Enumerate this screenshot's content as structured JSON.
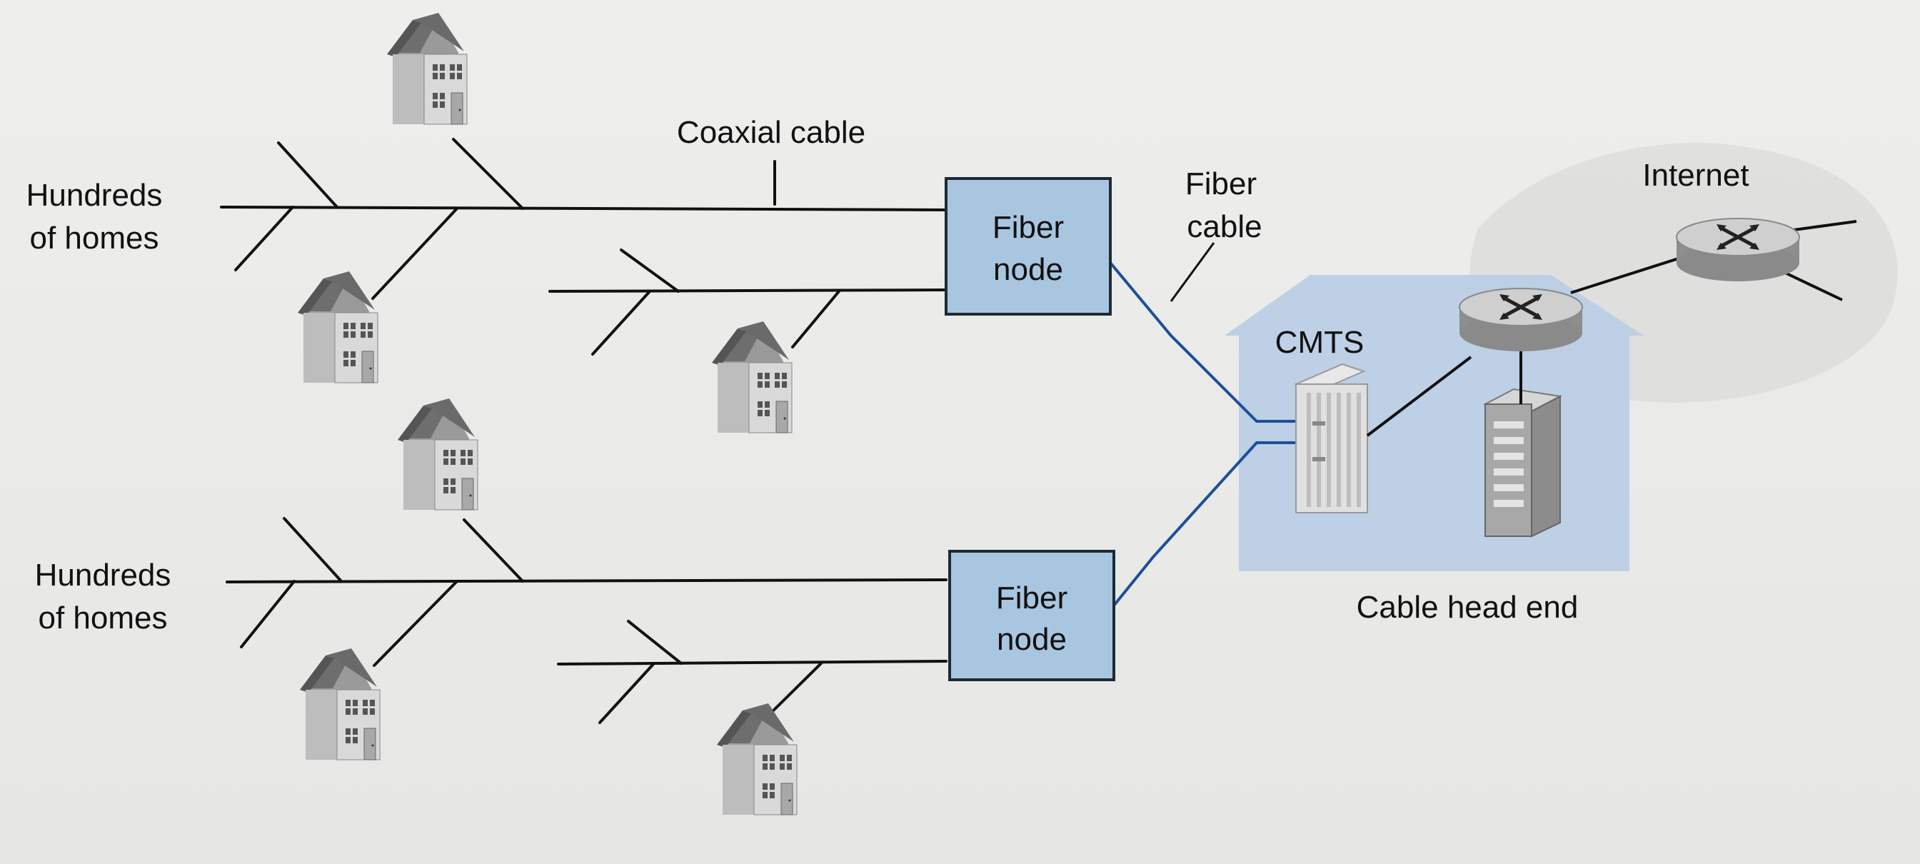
{
  "labels": {
    "coaxial_cable": "Coaxial cable",
    "fiber_cable_line1": "Fiber",
    "fiber_cable_line2": "cable",
    "homes_top_line1": "Hundreds",
    "homes_top_line2": "of homes",
    "homes_bottom_line1": "Hundreds",
    "homes_bottom_line2": "of homes",
    "fiber_node_top_line1": "Fiber",
    "fiber_node_top_line2": "node",
    "fiber_node_bottom_line1": "Fiber",
    "fiber_node_bottom_line2": "node",
    "cmts": "CMTS",
    "internet": "Internet",
    "head_end": "Cable head end"
  },
  "colors": {
    "background": "#e9e9e7",
    "fiber_node_fill": "#a9c6e0",
    "fiber_node_stroke": "#1d2a36",
    "fiber_line": "#1d4f9a",
    "coax_line": "#111111",
    "head_end_fill": "#b8cde6",
    "router_fill": "#c9c9c9"
  },
  "icons": [
    "house-icon",
    "cmts-icon",
    "server-icon",
    "router-icon"
  ]
}
